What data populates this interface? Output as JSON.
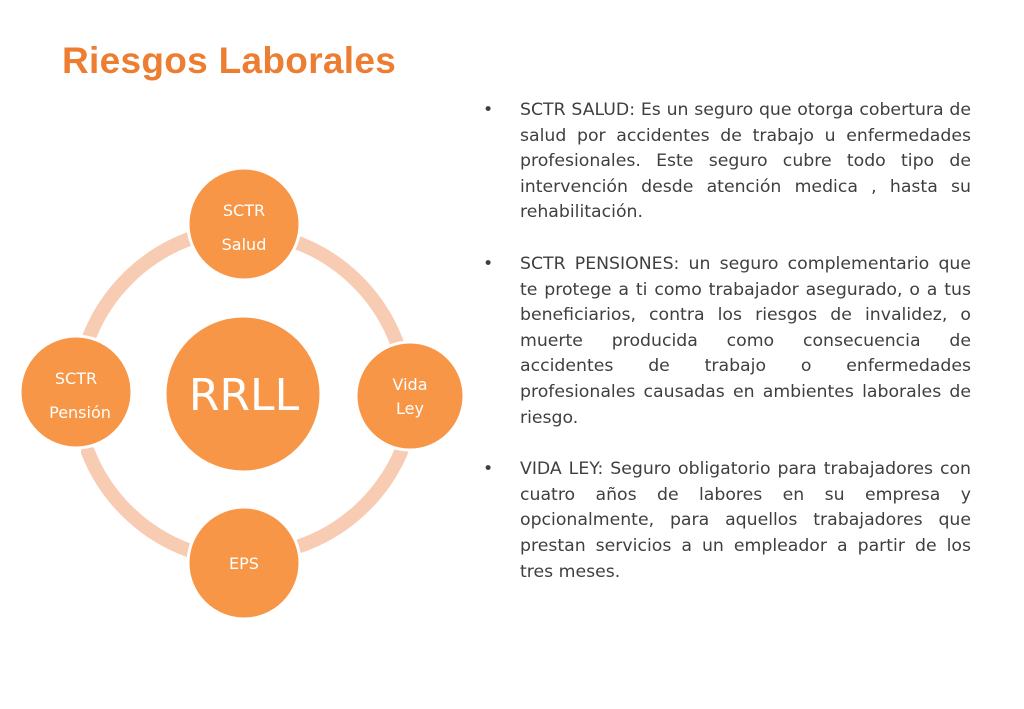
{
  "title": "Riesgos Laborales",
  "colors": {
    "accent": "#ED7D31",
    "node_fill": "#F79646",
    "ring": "#F8CBB3",
    "text": "#3f3f3f"
  },
  "diagram": {
    "center": "RRLL",
    "nodes": [
      {
        "id": "top",
        "lines": [
          "SCTR",
          "Salud"
        ]
      },
      {
        "id": "right",
        "lines": [
          "Vida",
          "Ley"
        ]
      },
      {
        "id": "bottom",
        "lines": [
          "EPS"
        ]
      },
      {
        "id": "left",
        "lines": [
          "SCTR",
          "Pensión"
        ]
      }
    ]
  },
  "bullets": [
    {
      "symbol": "•",
      "text": "SCTR SALUD: Es un seguro que otorga cobertura de salud por accidentes de trabajo u enfermedades profesionales. Este seguro cubre todo tipo de intervención desde atención medica , hasta su rehabilitación."
    },
    {
      "symbol": "•",
      "text": "SCTR PENSIONES: un seguro complementario que te protege a ti como trabajador asegurado, o a tus beneficiarios, contra los riesgos de invalidez, o muerte producida como consecuencia de accidentes de trabajo o enfermedades profesionales causadas en ambientes laborales de riesgo."
    },
    {
      "symbol": "•",
      "text": "VIDA LEY: Seguro obligatorio para trabajadores con cuatro años de labores en su empresa y opcionalmente, para aquellos trabajadores que prestan servicios a un empleador a partir de los tres meses."
    }
  ]
}
